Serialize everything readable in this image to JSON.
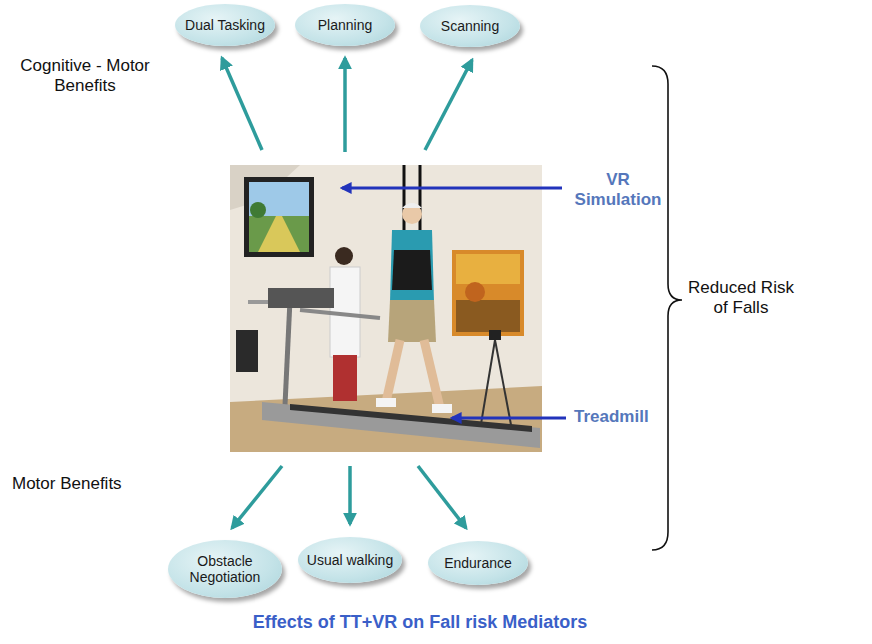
{
  "diagram": {
    "caption": "Effects of TT+VR on Fall risk Mediators",
    "nodes": [
      {
        "text": [
          "Dual Tasking"
        ]
      },
      {
        "text": [
          "Planning"
        ]
      },
      {
        "text": [
          "Scanning"
        ]
      },
      {
        "text": [
          "Obstacle Negotiation"
        ]
      },
      {
        "text": [
          "Usual walking"
        ]
      },
      {
        "text": [
          "Endurance"
        ]
      }
    ],
    "labels": [
      "Cognitive - Motor Benefits",
      "VR Simulation",
      "Treadmill",
      "Reduced Risk of Falls",
      "Motor Benefits"
    ]
  }
}
